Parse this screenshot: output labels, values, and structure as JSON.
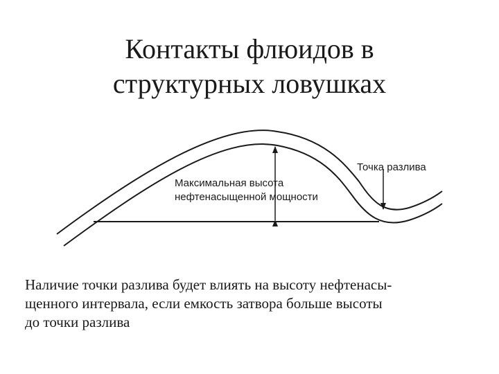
{
  "slide": {
    "title_line1": "Контакты флюидов в",
    "title_line2": "структурных ловушках",
    "diagram": {
      "spill_point_label": "Точка разлива",
      "max_height_label_line1": "Максимальная высота",
      "max_height_label_line2": "нефтенасыщенной мощности"
    },
    "body_line1": "Наличие точки разлива будет влиять на высоту нефтенасы-",
    "body_line2": "щенного интервала, если емкость затвора больше высоты",
    "body_line3": "до точки разлива"
  }
}
